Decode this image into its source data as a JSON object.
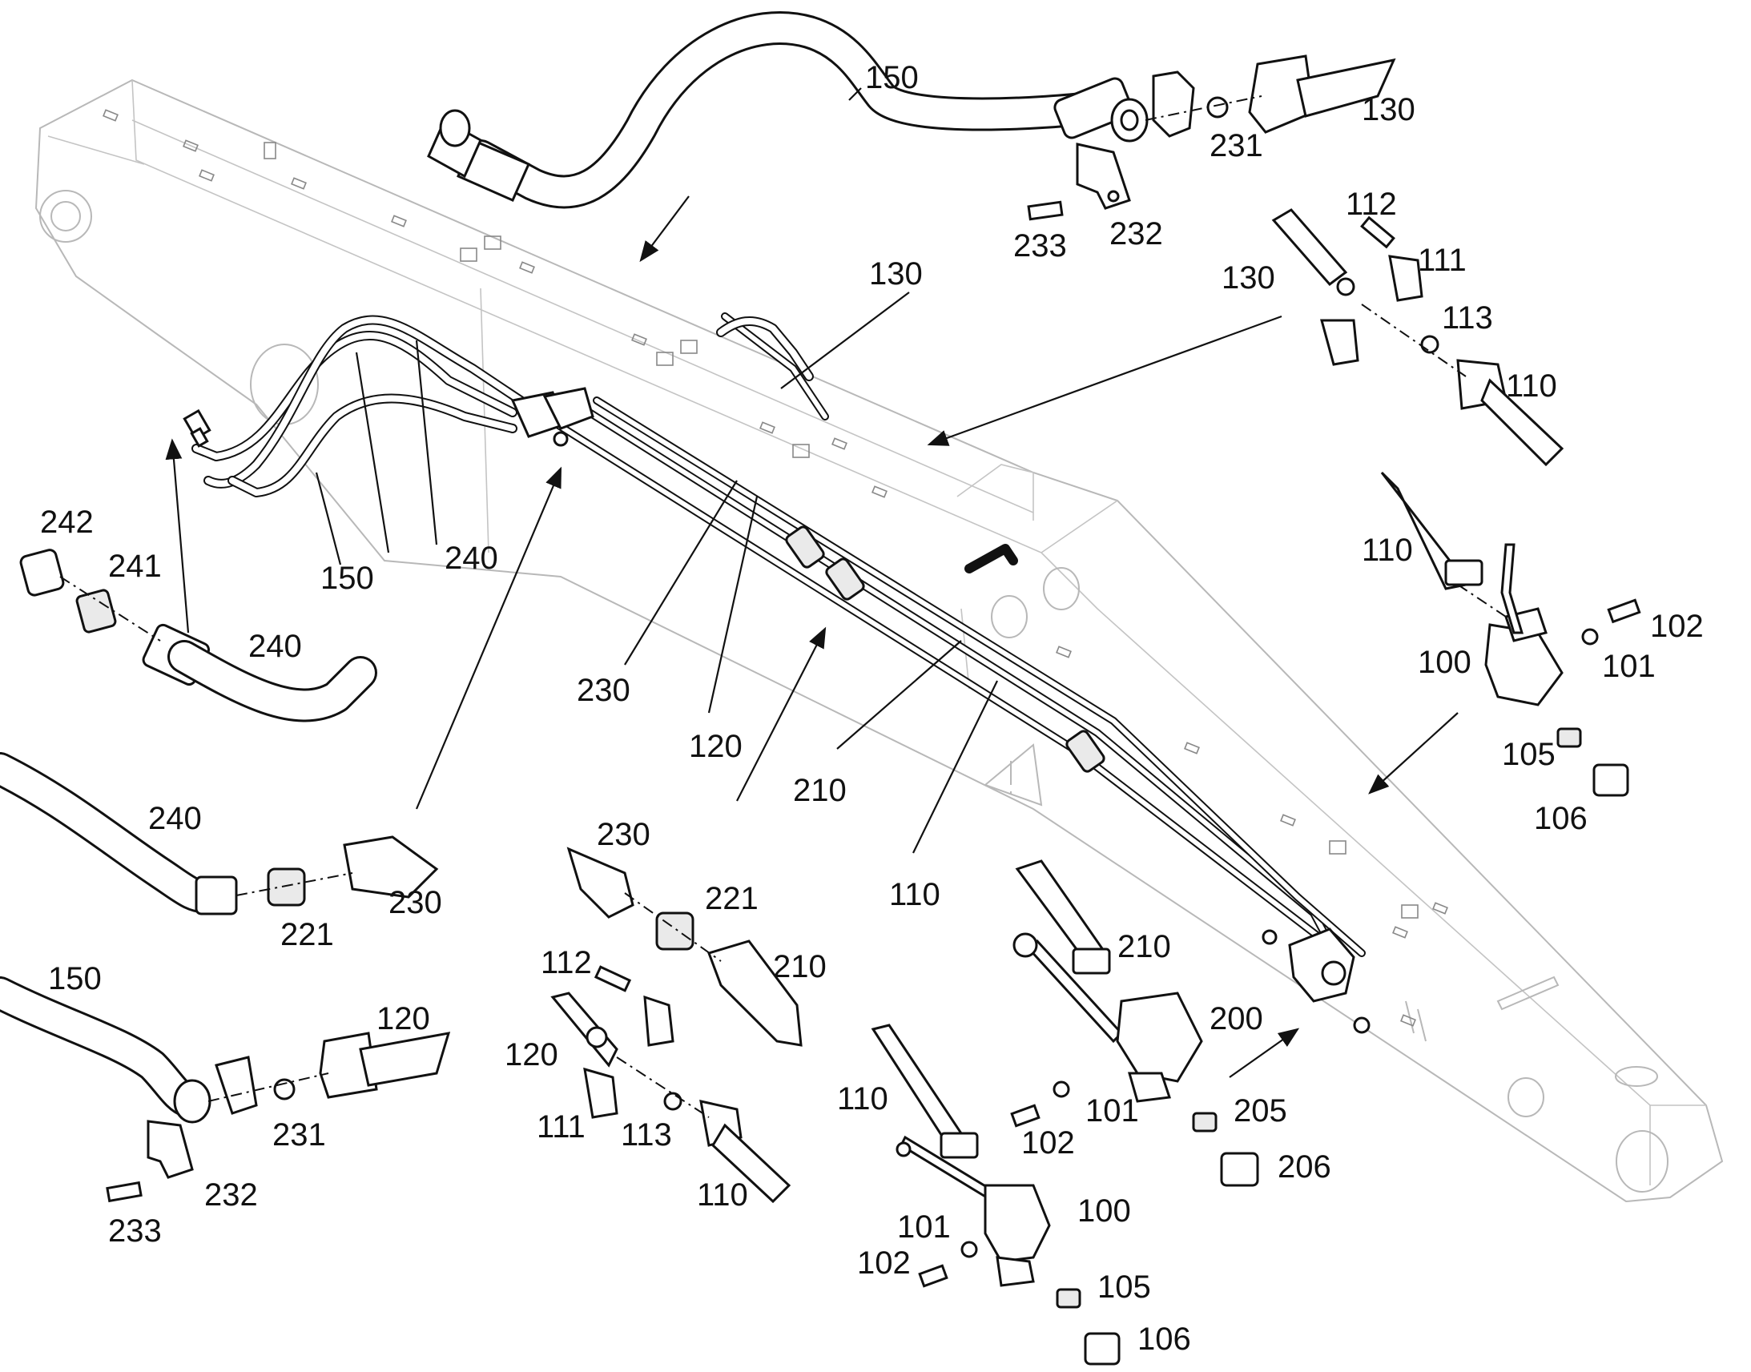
{
  "labels": [
    "150",
    "130",
    "231",
    "233",
    "232",
    "112",
    "111",
    "130",
    "113",
    "110",
    "130",
    "242",
    "241",
    "150",
    "240",
    "240",
    "110",
    "102",
    "100",
    "101",
    "105",
    "106",
    "230",
    "120",
    "210",
    "240",
    "221",
    "230",
    "230",
    "221",
    "210",
    "110",
    "150",
    "112",
    "120",
    "231",
    "120",
    "111",
    "113",
    "110",
    "233",
    "232",
    "210",
    "200",
    "110",
    "101",
    "102",
    "205",
    "206",
    "100",
    "101",
    "102",
    "105",
    "106"
  ]
}
